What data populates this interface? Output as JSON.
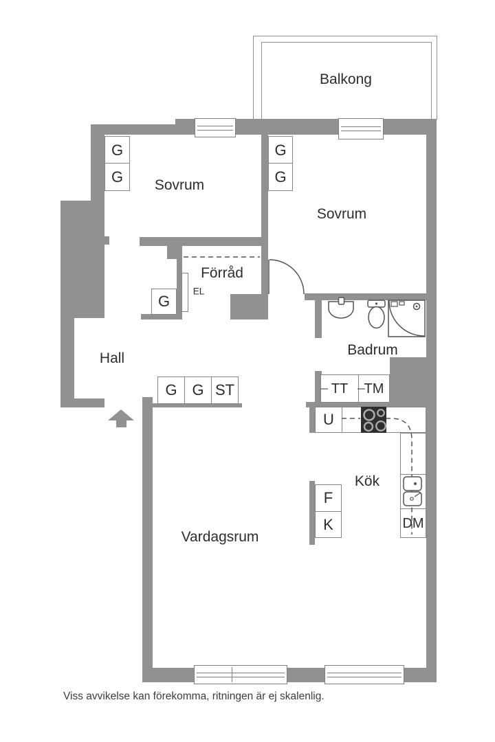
{
  "plan": {
    "rooms": {
      "balcony": "Balkong",
      "bedroom1": "Sovrum",
      "bedroom2": "Sovrum",
      "storage": "Förråd",
      "hall": "Hall",
      "bathroom": "Badrum",
      "kitchen": "Kök",
      "living_room": "Vardagsrum"
    },
    "labels": {
      "wardrobe": "G",
      "cleaning_cabinet": "ST",
      "electrical_panel": "EL",
      "dryer": "TT",
      "washing_machine": "TM",
      "oven": "U",
      "dishwasher": "DM",
      "fridge": "F",
      "freezer": "K"
    }
  },
  "footer": {
    "disclaimer": "Viss avvikelse kan förekomma, ritningen är ej skalenlig."
  },
  "colors": {
    "wall": "#919191",
    "fixture_line": "#525252",
    "box_border": "#858585",
    "text": "#2d2d2d"
  }
}
